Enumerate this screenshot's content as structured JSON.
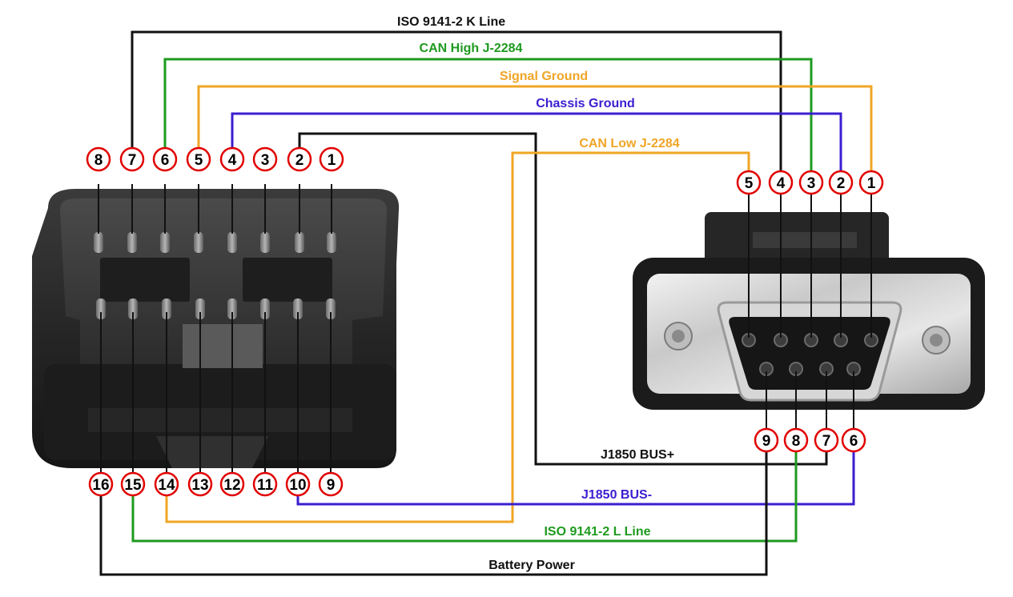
{
  "colors": {
    "black": "#111111",
    "green": "#1e9a1e",
    "orange": "#f0a526",
    "blue": "#3a1fd0",
    "pin_ring": "#e10000"
  },
  "connectors": {
    "obd": {
      "top_pins": [
        "8",
        "7",
        "6",
        "5",
        "4",
        "3",
        "2",
        "1"
      ],
      "bottom_pins": [
        "16",
        "15",
        "14",
        "13",
        "12",
        "11",
        "10",
        "9"
      ]
    },
    "db9": {
      "top_pins": [
        "5",
        "4",
        "3",
        "2",
        "1"
      ],
      "bottom_pins": [
        "9",
        "8",
        "7",
        "6"
      ]
    }
  },
  "wires": [
    {
      "name": "iso-k-line",
      "label": "ISO 9141-2 K Line",
      "color": "black",
      "from_obd_pin": "7",
      "to_db9_pin": "4"
    },
    {
      "name": "can-high",
      "label": "CAN High J-2284",
      "color": "green",
      "from_obd_pin": "6",
      "to_db9_pin": "3"
    },
    {
      "name": "signal-ground",
      "label": "Signal Ground",
      "color": "orange",
      "from_obd_pin": "5",
      "to_db9_pin": "1"
    },
    {
      "name": "chassis-ground",
      "label": "Chassis Ground",
      "color": "blue",
      "from_obd_pin": "4",
      "to_db9_pin": "2"
    },
    {
      "name": "can-low",
      "label": "CAN Low J-2284",
      "color": "orange",
      "from_obd_pin": "14",
      "to_db9_pin": "5"
    },
    {
      "name": "j1850-bus-plus",
      "label": "J1850 BUS+",
      "color": "black",
      "from_obd_pin": "2",
      "to_db9_pin": "7"
    },
    {
      "name": "j1850-bus-minus",
      "label": "J1850 BUS-",
      "color": "blue",
      "from_obd_pin": "10",
      "to_db9_pin": "6"
    },
    {
      "name": "iso-l-line",
      "label": "ISO 9141-2 L Line",
      "color": "green",
      "from_obd_pin": "15",
      "to_db9_pin": "8"
    },
    {
      "name": "battery-power",
      "label": "Battery Power",
      "color": "black",
      "from_obd_pin": "16",
      "to_db9_pin": "9"
    }
  ]
}
